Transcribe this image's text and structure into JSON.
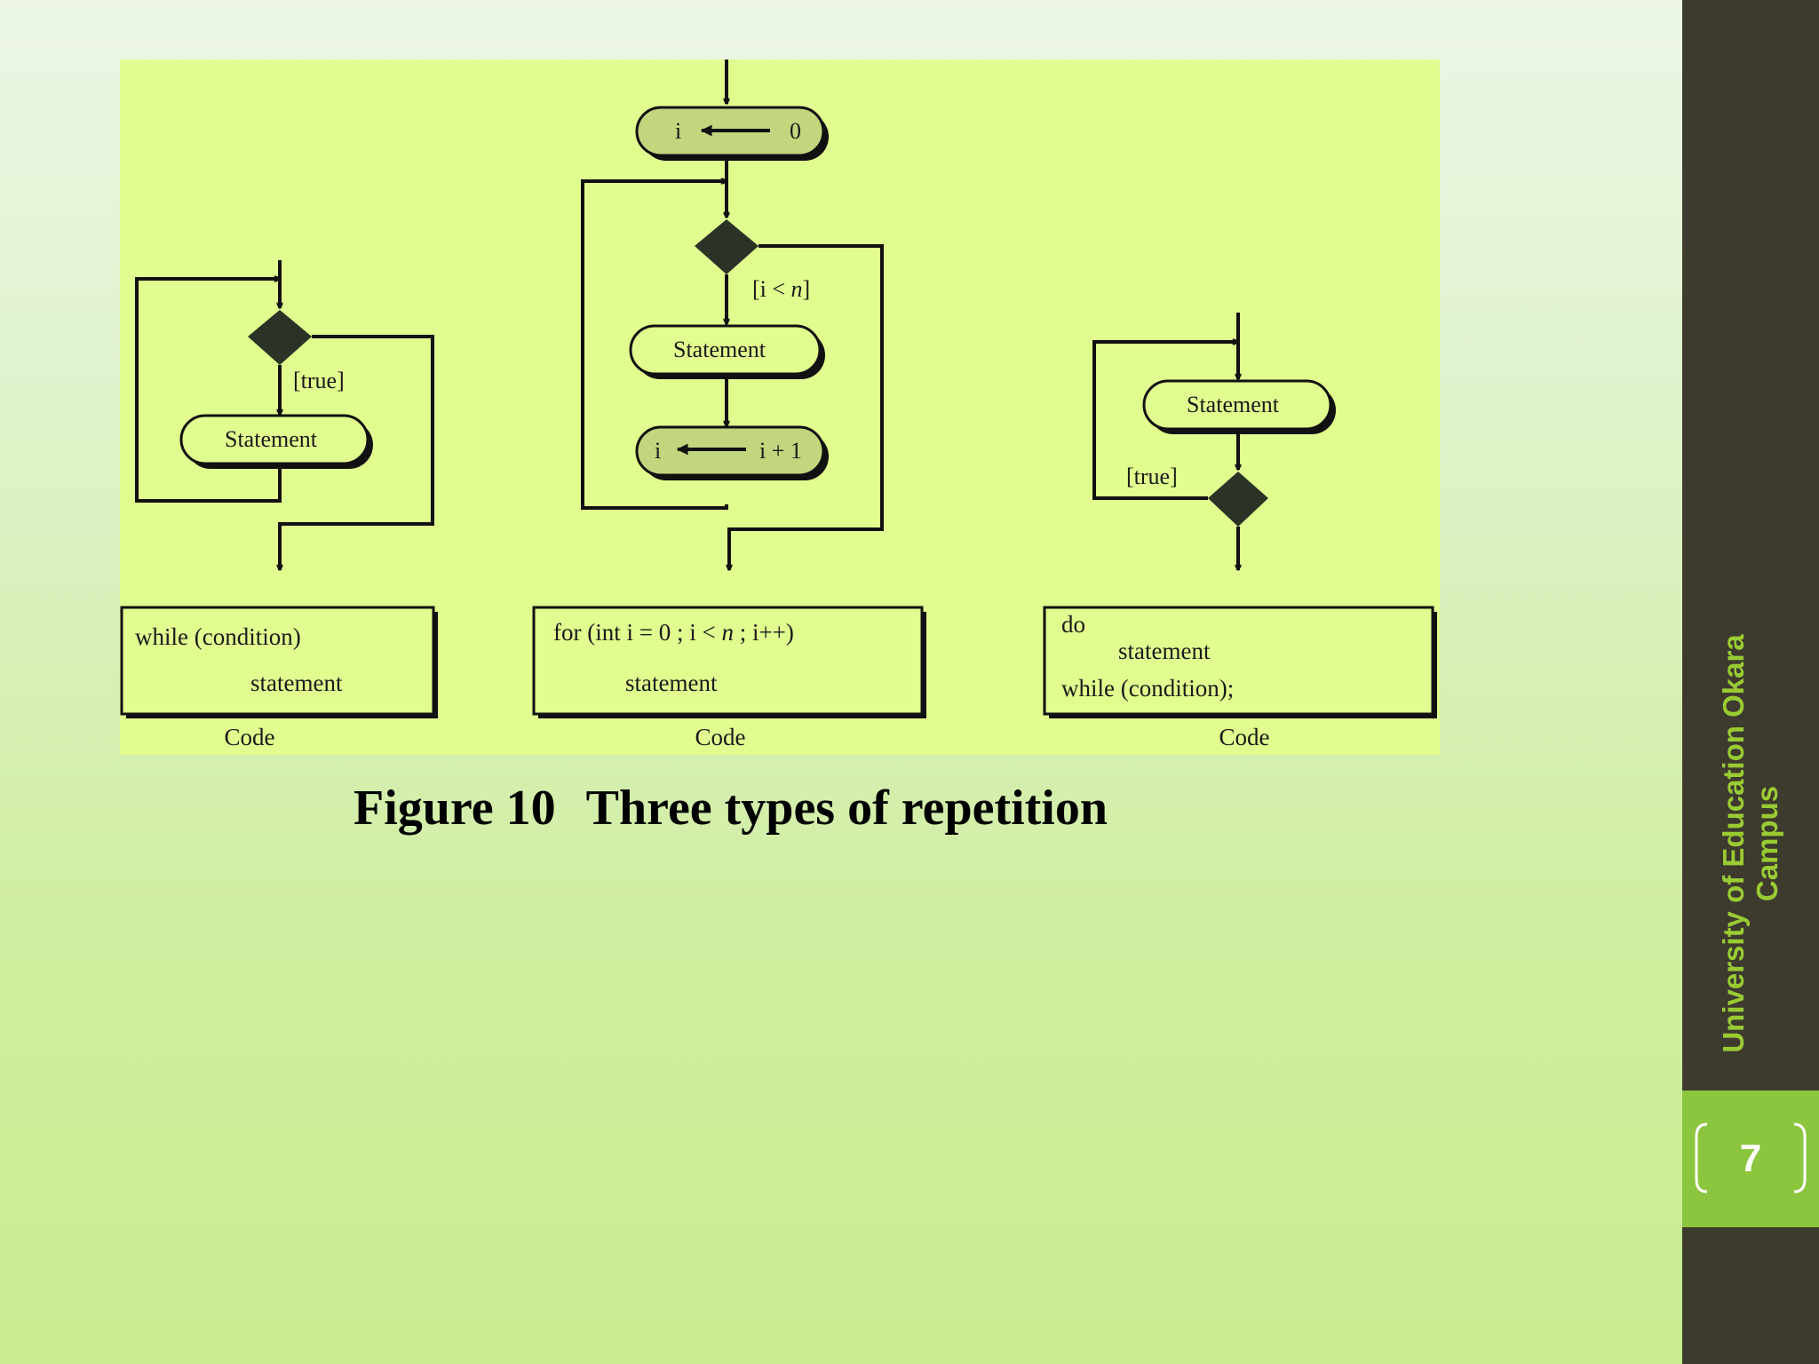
{
  "colors": {
    "diagram_background": "#e1fc8f",
    "counter_node_fill": "#c2d67e",
    "decision_fill": "#2b3226",
    "sidebar": "#3d3a2e",
    "sidebar_text": "#99cc33",
    "page_badge": "#8cc63e"
  },
  "sidebar": {
    "line1": "University of Education Okara",
    "line2": "Campus",
    "page_number": "7"
  },
  "caption": {
    "figure_label": "Figure 10",
    "title": "Three types of repetition"
  },
  "diagram": {
    "while_loop": {
      "guard": "[true]",
      "statement": "Statement",
      "code_line1": "while (condition)",
      "code_line2": "statement",
      "code_label": "Code"
    },
    "for_loop": {
      "init_var": "i",
      "init_value": "0",
      "guard_prefix": "[i < ",
      "guard_var": "n",
      "guard_suffix": "]",
      "statement": "Statement",
      "update_var": "i",
      "update_value": "i + 1",
      "code_line1_prefix": "for (int i = 0 ; i  <  ",
      "code_line1_var": "n",
      "code_line1_suffix": "  ; i++)",
      "code_line2": "statement",
      "code_label": "Code"
    },
    "do_while_loop": {
      "statement": "Statement",
      "guard": "[true]",
      "code_line1": "do",
      "code_line2": "statement",
      "code_line3": "while (condition);",
      "code_label": "Code"
    }
  }
}
